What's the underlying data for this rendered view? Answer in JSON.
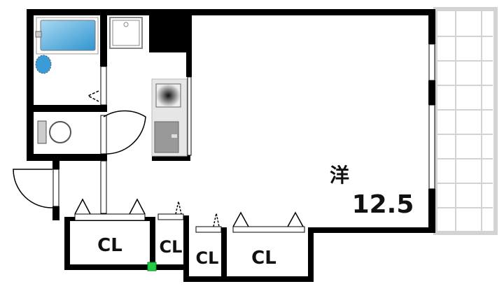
{
  "rooms": {
    "western_room": {
      "type_label": "洋",
      "size_label": "12.5"
    },
    "closets": [
      {
        "label": "CL"
      },
      {
        "label": "CL"
      },
      {
        "label": "CL"
      },
      {
        "label": "CL"
      }
    ]
  },
  "colors": {
    "wall": "#000000",
    "balcony": "#d3d3d3",
    "bathtub": "#4aa8dc",
    "marker": "#22cc44"
  }
}
